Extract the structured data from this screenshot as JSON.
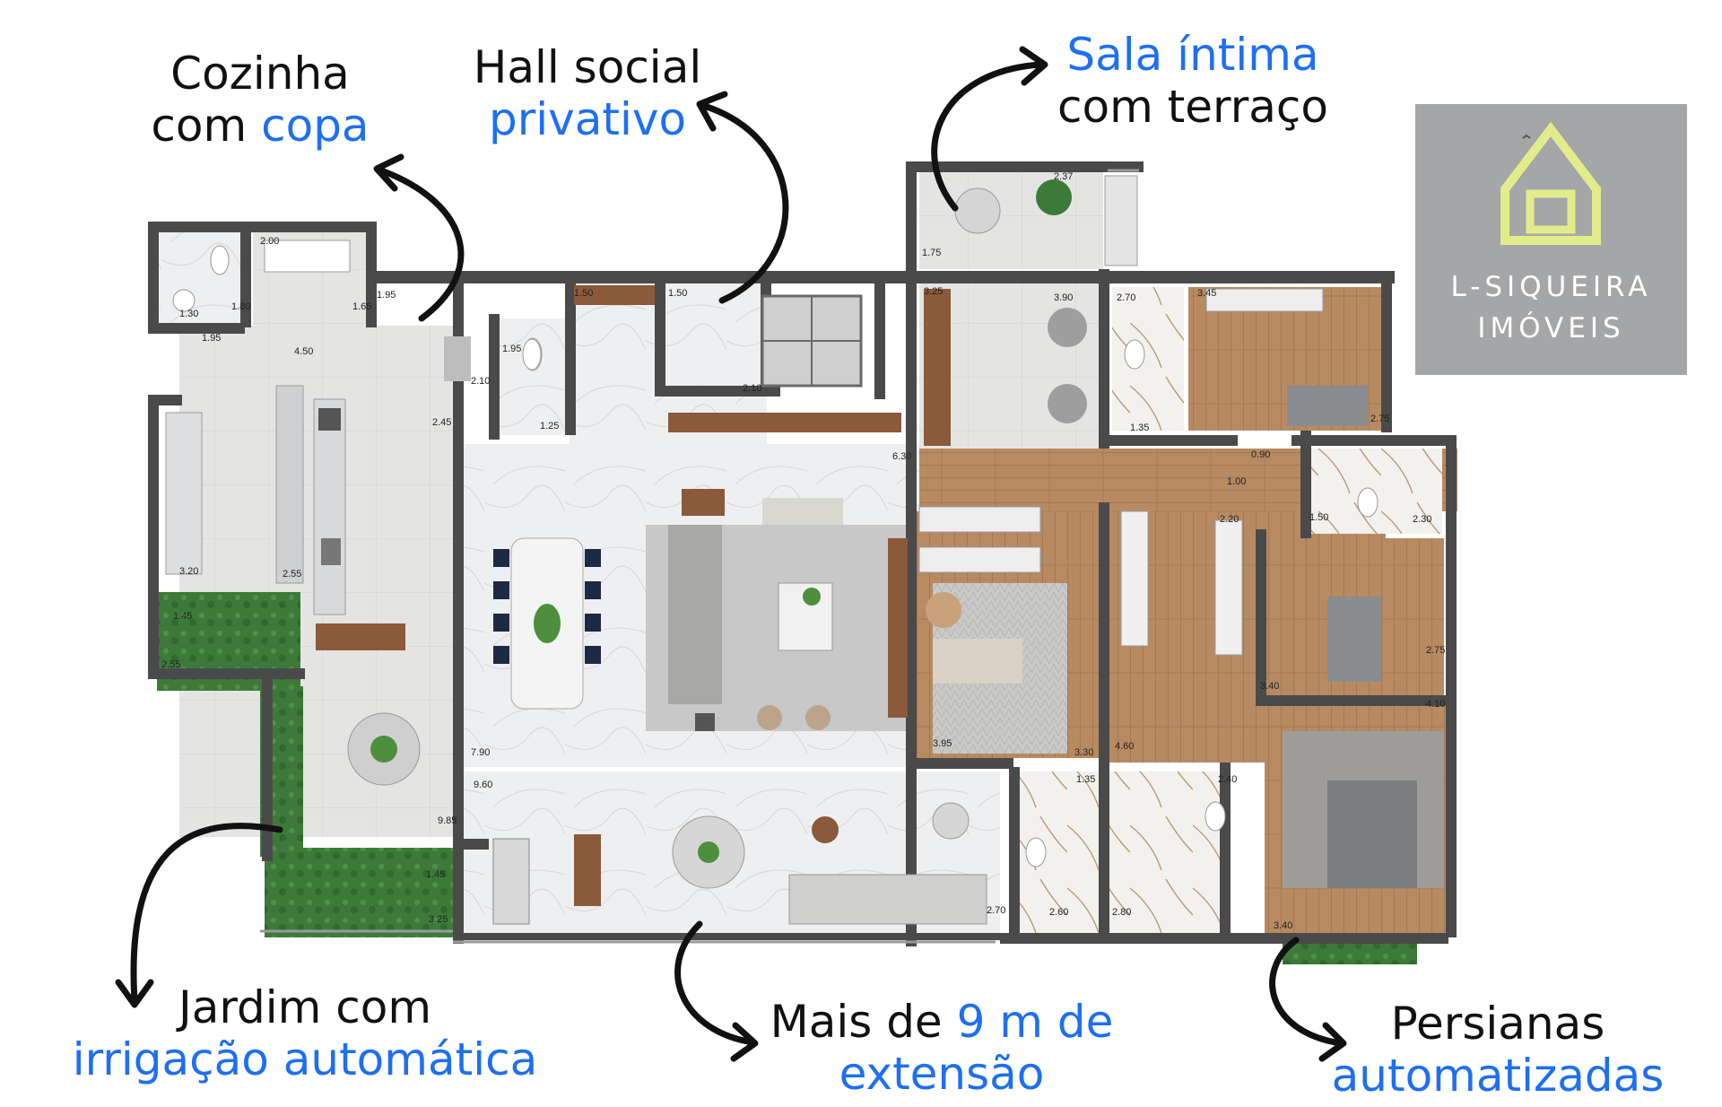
{
  "callouts": {
    "kitchen": {
      "line1": "Cozinha",
      "line2_prefix": "com ",
      "line2_accent": "copa"
    },
    "hall": {
      "line1": "Hall social",
      "line2_accent": "privativo"
    },
    "sala": {
      "line1_accent": "Sala íntima",
      "line2": "com terraço"
    },
    "jardim": {
      "line1": "Jardim com",
      "line2_accent": "irrigação automática"
    },
    "extensao": {
      "line1_prefix": "Mais de ",
      "line1_accent": "9 m de",
      "line2_accent": "extensão"
    },
    "persianas": {
      "line1": "Persianas",
      "line2_accent": "automatizadas"
    }
  },
  "logo": {
    "line1": "L-SIQUEIRA",
    "line2": "IMÓVEIS",
    "icon": "house-icon"
  },
  "dimensions": [
    "2.00",
    "1.95",
    "1.30",
    "1.80",
    "1.65",
    "1.95",
    "4.50",
    "2.10",
    "1.95",
    "1.25",
    "1.50",
    "1.50",
    "2.10",
    "2.45",
    "3.20",
    "2.55",
    "1.45",
    "2.55",
    "7.90",
    "9.60",
    "9.85",
    "1.45",
    "3.25",
    "6.30",
    "1.75",
    "2.37",
    "3.25",
    "3.90",
    "2.70",
    "3.45",
    "1.35",
    "2.75",
    "0.90",
    "1.00",
    "1.50",
    "2.30",
    "2.20",
    "3.40",
    "2.75",
    "4.10",
    "3.30",
    "3.95",
    "4.60",
    "1.35",
    "2.40",
    "2.60",
    "2.80",
    "2.70",
    "3.40"
  ],
  "colors": {
    "accent": "#1e6ff1",
    "text": "#111111",
    "wall": "#4a4a4a",
    "wood": "#b88a62",
    "stone": "#e7e8ea",
    "grass": "#3d7a3a",
    "logo_bg": "#a4a6a8",
    "logo_house": "#e2ec8a"
  }
}
